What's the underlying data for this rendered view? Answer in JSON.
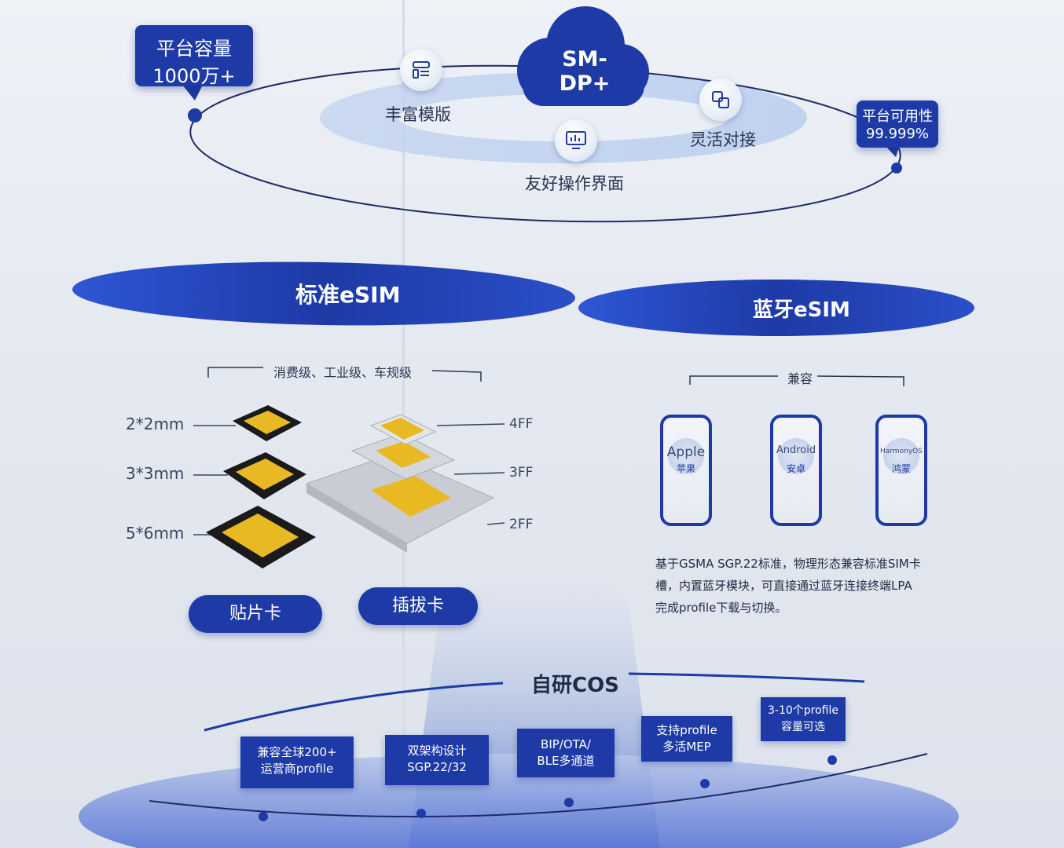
{
  "top": {
    "cloud": "SM-DP+",
    "capacity_line1": "平台容量",
    "capacity_line2": "1000万+",
    "availability_line1": "平台可用性",
    "availability_line2": "99.999%",
    "features": {
      "templates": "丰富模版",
      "interface": "友好操作界面",
      "integration": "灵活对接"
    }
  },
  "standard": {
    "banner": "标准eSIM",
    "grade_label": "消费级、工业级、车规级",
    "sizes": [
      "2*2mm",
      "3*3mm",
      "5*6mm"
    ],
    "form_factors": [
      "4FF",
      "3FF",
      "2FF"
    ],
    "smd_button": "贴片卡",
    "plug_button": "插拔卡"
  },
  "bluetooth": {
    "banner": "蓝牙eSIM",
    "compat_label": "兼容",
    "phones": [
      {
        "name": "Apple",
        "sub": "苹果"
      },
      {
        "name": "Android",
        "sub": "安卓"
      },
      {
        "name": "HarmonyOS",
        "sub": "鸿蒙"
      }
    ],
    "desc_line1": "基于GSMA SGP.22标准，物理形态兼容标准SIM卡",
    "desc_line2": "槽，内置蓝牙模块，可直接通过蓝牙连接终端LPA",
    "desc_line3": "完成profile下载与切换。"
  },
  "cos": {
    "title": "自研COS",
    "items": [
      {
        "line1": "兼容全球200+",
        "line2": "运营商profile"
      },
      {
        "line1": "双架构设计",
        "line2": "SGP.22/32"
      },
      {
        "line1": "BIP/OTA/",
        "line2": "BLE多通道"
      },
      {
        "line1": "支持profile",
        "line2": "多活MEP"
      },
      {
        "line1": "3-10个profile",
        "line2": "容量可选"
      }
    ]
  },
  "colors": {
    "accent": "#1d3aa6",
    "chip_gold": "#e8b923"
  }
}
